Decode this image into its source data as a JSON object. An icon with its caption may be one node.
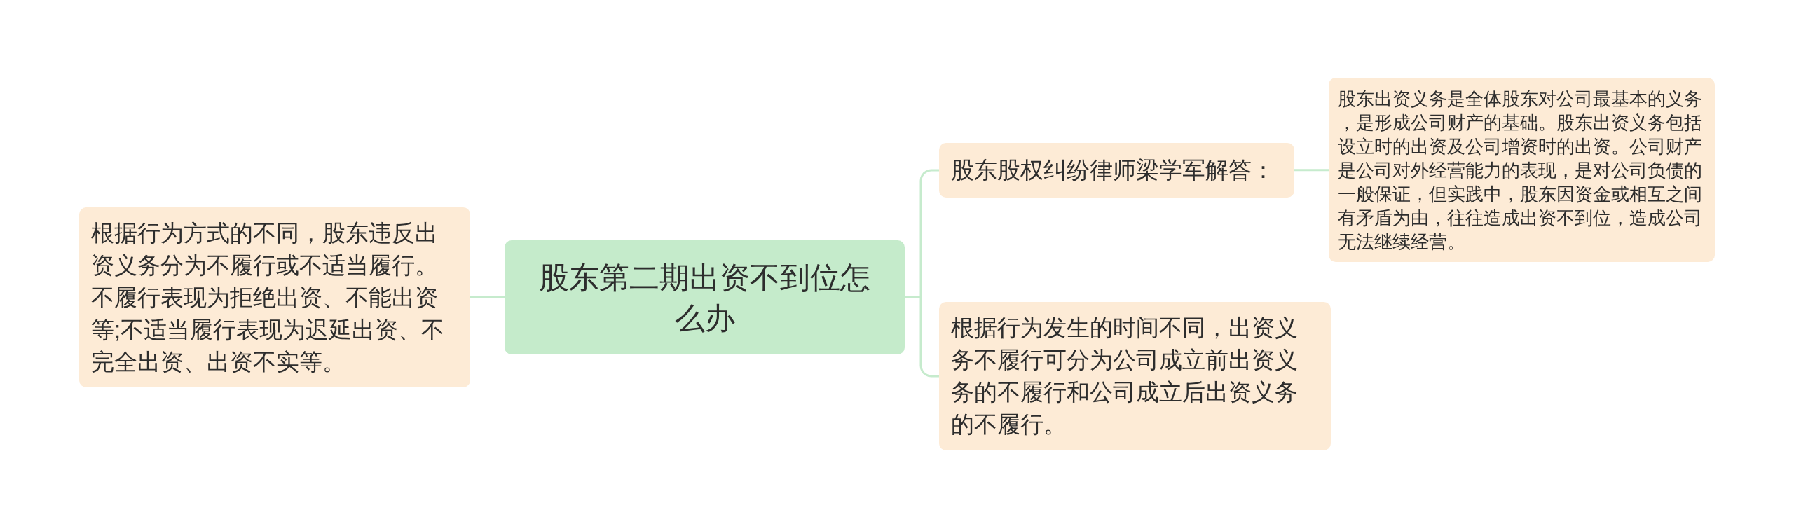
{
  "diagram": {
    "nodes": [
      {
        "text": [
          "股东第二期出资不到位怎么办"
        ]
      },
      {
        "text": [
          "根据行为方式的不同，股东违反出资义务分为不履行或不适当履行。不履行表现为拒绝出资、不能出资等;不适当履行表现为迟延出资、不完全出资、出资不实等。"
        ]
      },
      {
        "text": [
          "股东股权纠纷律师梁学军解答："
        ]
      },
      {
        "text": [
          "股东出资义务是全体股东对公司最基本的义务，是形成公司财产的基础。股东出资义务包括设立时的出资及公司增资时的出资。公司财产是公司对外经营能力的表现，是对公司负债的一般保证，但实践中，股东因资金或相互之间有矛盾为由，往往造成出资不到位，造成公司无法继续经营。"
        ]
      },
      {
        "text": [
          "根据行为发生的时间不同，出资义务不履行可分为公司成立前出资义务的不履行和公司成立后出资义务的不履行。"
        ]
      }
    ],
    "edges": [
      {
        "from": 0,
        "to": 1,
        "arrow": "none"
      },
      {
        "from": 0,
        "to": 2,
        "arrow": "none"
      },
      {
        "from": 2,
        "to": 3,
        "arrow": "none"
      },
      {
        "from": 0,
        "to": 4,
        "arrow": "none"
      }
    ]
  }
}
